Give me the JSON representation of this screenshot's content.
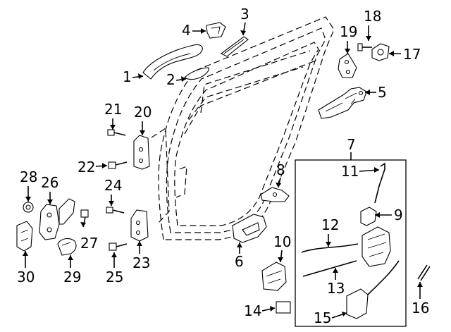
{
  "diagram": {
    "callouts": [
      {
        "id": "c1",
        "text": "1"
      },
      {
        "id": "c2",
        "text": "2"
      },
      {
        "id": "c3",
        "text": "3"
      },
      {
        "id": "c4",
        "text": "4"
      },
      {
        "id": "c5",
        "text": "5"
      },
      {
        "id": "c6",
        "text": "6"
      },
      {
        "id": "c7",
        "text": "7"
      },
      {
        "id": "c8",
        "text": "8"
      },
      {
        "id": "c9",
        "text": "9"
      },
      {
        "id": "c10",
        "text": "10"
      },
      {
        "id": "c11",
        "text": "11"
      },
      {
        "id": "c12",
        "text": "12"
      },
      {
        "id": "c13",
        "text": "13"
      },
      {
        "id": "c14",
        "text": "14"
      },
      {
        "id": "c15",
        "text": "15"
      },
      {
        "id": "c16",
        "text": "16"
      },
      {
        "id": "c17",
        "text": "17"
      },
      {
        "id": "c18",
        "text": "18"
      },
      {
        "id": "c19",
        "text": "19"
      },
      {
        "id": "c20",
        "text": "20"
      },
      {
        "id": "c21",
        "text": "21"
      },
      {
        "id": "c22",
        "text": "22"
      },
      {
        "id": "c23",
        "text": "23"
      },
      {
        "id": "c24",
        "text": "24"
      },
      {
        "id": "c25",
        "text": "25"
      },
      {
        "id": "c26",
        "text": "26"
      },
      {
        "id": "c27",
        "text": "27"
      },
      {
        "id": "c28",
        "text": "28"
      },
      {
        "id": "c29",
        "text": "29"
      },
      {
        "id": "c30",
        "text": "30"
      }
    ]
  }
}
